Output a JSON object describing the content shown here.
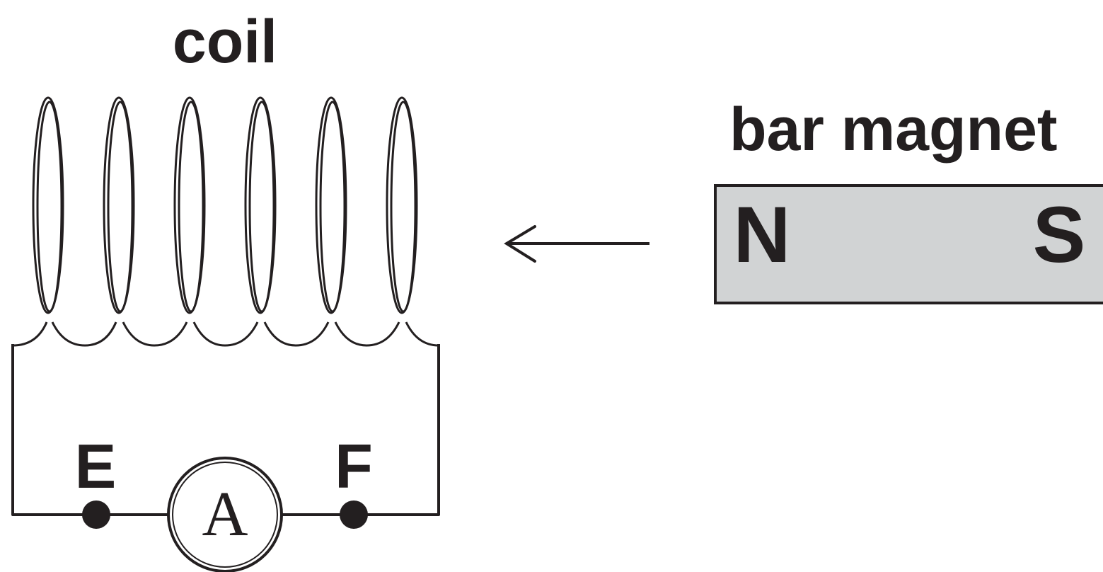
{
  "labels": {
    "coil": "coil",
    "bar_magnet": "bar magnet",
    "north": "N",
    "south": "S",
    "terminal_e": "E",
    "terminal_f": "F",
    "ammeter": "A"
  },
  "colors": {
    "ink": "#231f20",
    "magnet_fill": "#d1d3d4",
    "background": "#ffffff"
  },
  "icons": {
    "arrow": "arrow-left-icon",
    "terminal": "terminal-dot-icon"
  }
}
